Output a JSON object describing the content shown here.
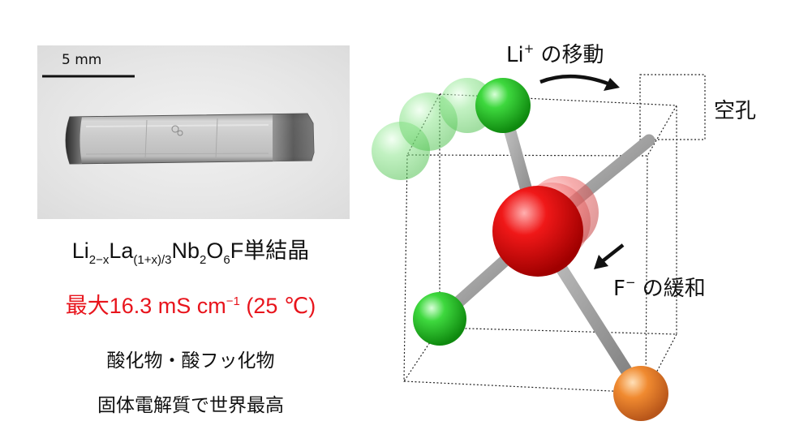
{
  "photo": {
    "scale_bar_label": "5 mm"
  },
  "formula": {
    "p1": "Li",
    "s1": "2−x",
    "p2": "La",
    "s2": "(1+x)/3",
    "p3": "Nb",
    "s3": "2",
    "p4": "O",
    "s4": "6",
    "p5": "F単結晶"
  },
  "conductivity": {
    "main": "最大16.3 mS cm",
    "exponent": "−1",
    "temp": " (25 ℃)"
  },
  "description": {
    "line1": "酸化物・酸フッ化物",
    "line2": "固体電解質で世界最高"
  },
  "diagram": {
    "li_ion_base": "Li",
    "li_ion_charge": "+",
    "li_migration_suffix": " の移動",
    "vacancy_label": "空孔",
    "f_ion_base": "F",
    "f_ion_charge": "−",
    "f_relaxation_suffix": " の緩和",
    "colors": {
      "li_atom": "#22c322",
      "f_atom": "#e01010",
      "nb_atom": "#e8782a",
      "bond": "#9a9a9a"
    }
  }
}
